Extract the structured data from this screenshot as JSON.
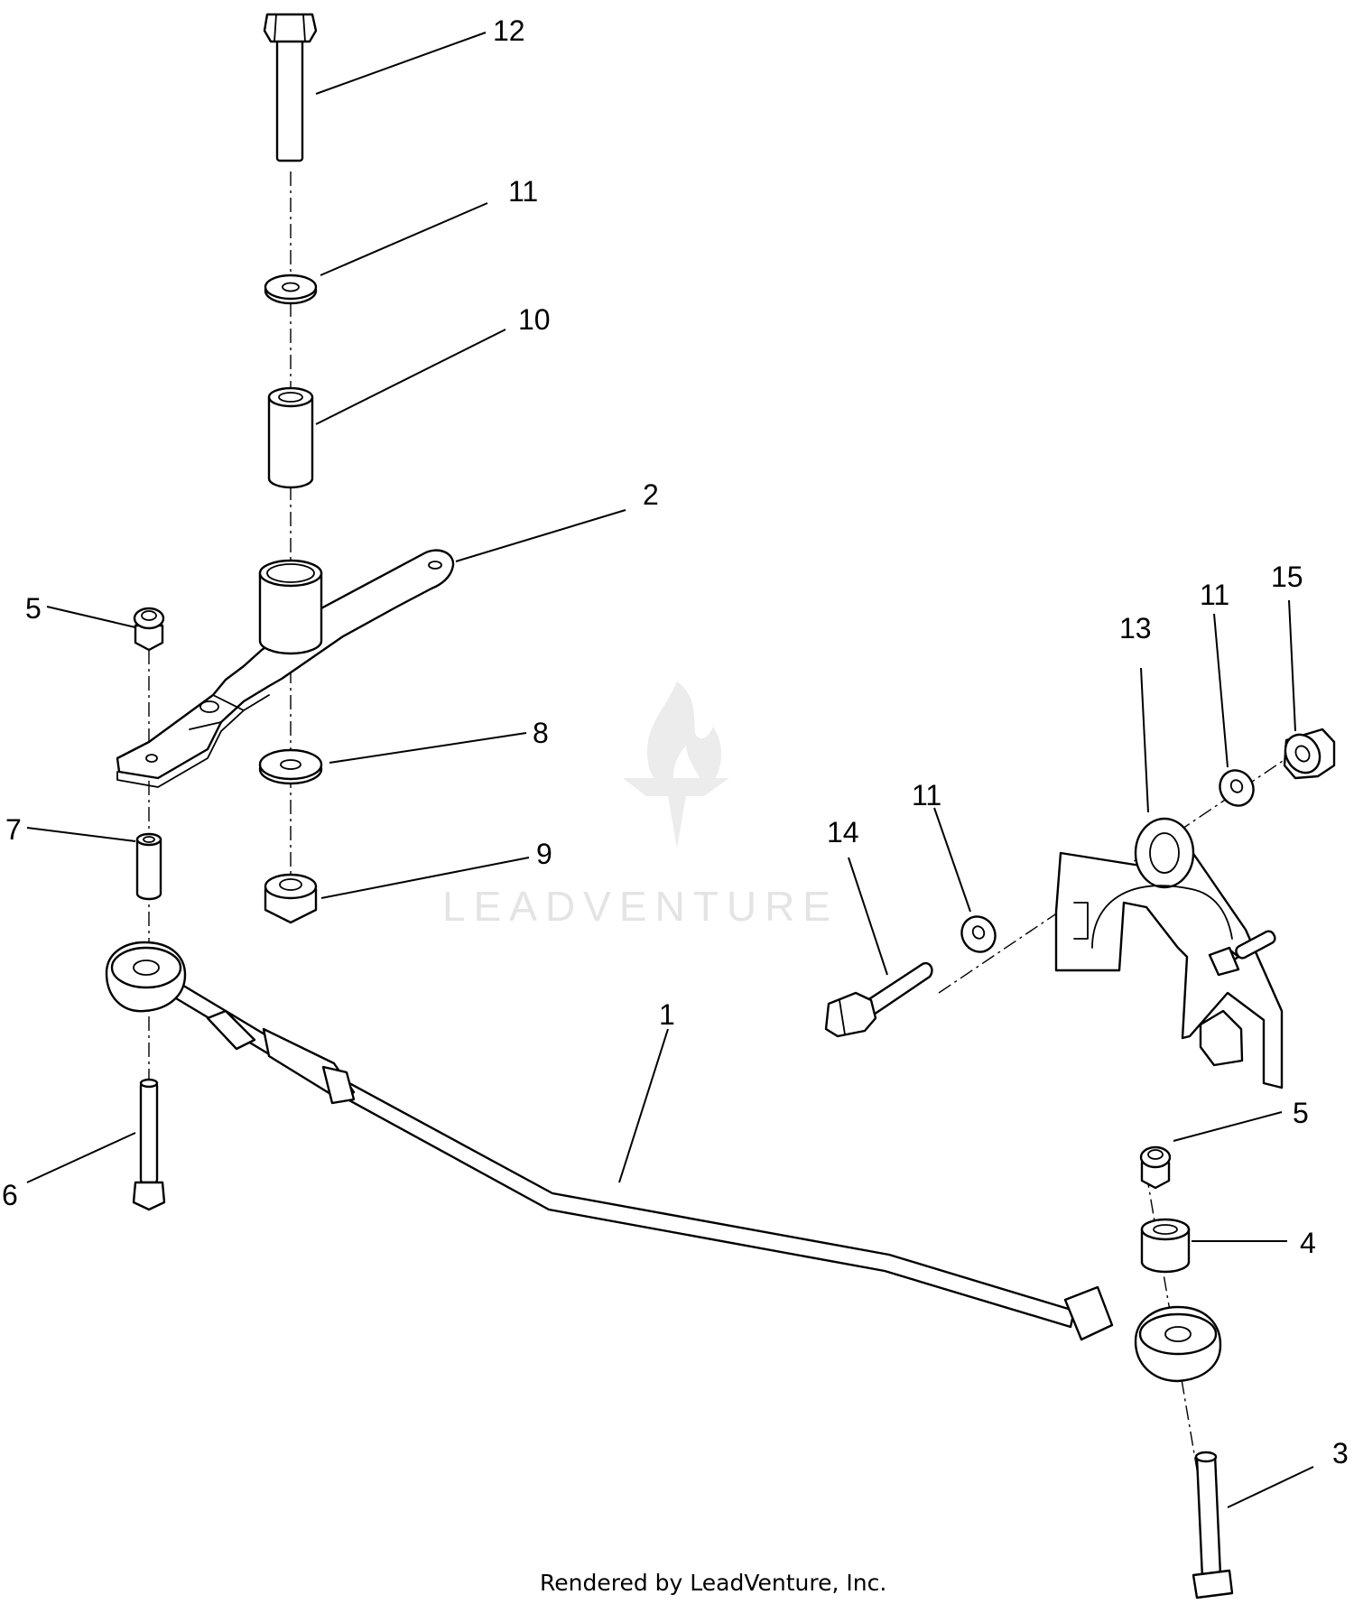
{
  "diagram": {
    "callouts": [
      {
        "id": "c12",
        "label": "12"
      },
      {
        "id": "c11a",
        "label": "11"
      },
      {
        "id": "c10",
        "label": "10"
      },
      {
        "id": "c2",
        "label": "2"
      },
      {
        "id": "c5a",
        "label": "5"
      },
      {
        "id": "c8",
        "label": "8"
      },
      {
        "id": "c7",
        "label": "7"
      },
      {
        "id": "c9",
        "label": "9"
      },
      {
        "id": "c6",
        "label": "6"
      },
      {
        "id": "c1",
        "label": "1"
      },
      {
        "id": "c13",
        "label": "13"
      },
      {
        "id": "c11b",
        "label": "11"
      },
      {
        "id": "c15",
        "label": "15"
      },
      {
        "id": "c11c",
        "label": "11"
      },
      {
        "id": "c14",
        "label": "14"
      },
      {
        "id": "c5b",
        "label": "5"
      },
      {
        "id": "c4",
        "label": "4"
      },
      {
        "id": "c3",
        "label": "3"
      }
    ],
    "watermark": "LEADVENTURE",
    "footer": "Rendered by LeadVenture, Inc."
  }
}
